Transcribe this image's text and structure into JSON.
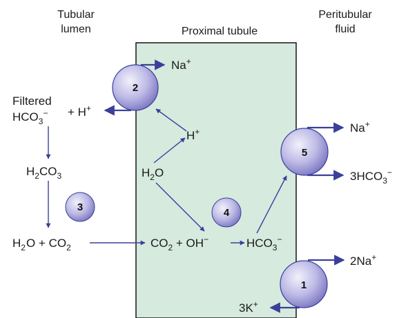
{
  "headers": {
    "lumen_line1": "Tubular",
    "lumen_line2": "lumen",
    "tubule": "Proximal tubule",
    "fluid_line1": "Peritubular",
    "fluid_line2": "fluid"
  },
  "colors": {
    "cell_fill": "#d6eade",
    "arrow": "#3a3f9a",
    "circle_light": "#e4e3f4",
    "circle_dark": "#8a86c8"
  },
  "species": {
    "na_top": "Na",
    "na_top_sup": "+",
    "filtered_line1": "Filtered",
    "hco3_base": "HCO",
    "hco3_sub": "3",
    "hco3_sup": "−",
    "plus_h": "+ H",
    "plus_h_sup": "+",
    "h_cell": "H",
    "h_cell_sup": "+",
    "h2o_cell_a": "H",
    "h2o_cell_sub": "2",
    "h2o_cell_b": "O",
    "h2co3_a": "H",
    "h2co3_sub1": "2",
    "h2co3_b": "CO",
    "h2co3_sub2": "3",
    "h2o_lumen_a": "H",
    "h2o_lumen_sub": "2",
    "h2o_lumen_b": "O + CO",
    "h2o_lumen_sub2": "2",
    "co2_cell_a": "CO",
    "co2_cell_sub": "2",
    "co2_cell_b": " + OH",
    "co2_cell_sup": "−",
    "hco3_cell_base": "HCO",
    "hco3_cell_sub": "3",
    "hco3_cell_sup": "−",
    "na_right": "Na",
    "na_right_sup": "+",
    "hco3_right_base": "3HCO",
    "hco3_right_sub": "3",
    "hco3_right_sup": "−",
    "na2_right": "2Na",
    "na2_right_sup": "+",
    "k3_bottom": "3K",
    "k3_bottom_sup": "+"
  },
  "markers": {
    "m1": "1",
    "m2": "2",
    "m3": "3",
    "m4": "4",
    "m5": "5"
  }
}
